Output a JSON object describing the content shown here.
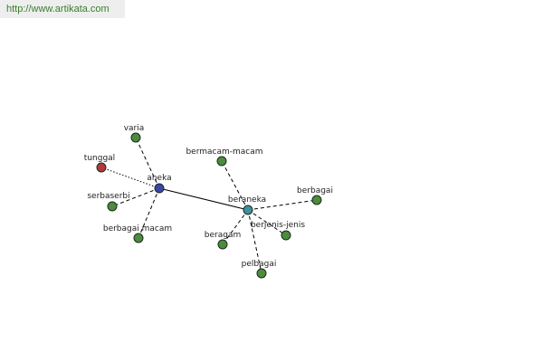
{
  "site": {
    "url": "http://www.artikata.com"
  },
  "colors": {
    "leaf": "#4c8c3c",
    "hub_aneka": "#3b46a8",
    "hub_beraneka": "#3f8fa0",
    "antonym": "#b03a3a",
    "edge": "#000000"
  },
  "graph": {
    "nodes": {
      "aneka": "aneka",
      "beraneka": "beraneka",
      "varia": "varia",
      "tunggal": "tunggal",
      "serbaserbi": "serbaserbi",
      "berbagai_macam": "berbagai macam",
      "bermacam_macam": "bermacam-macam",
      "berbagai": "berbagai",
      "berjenis_jenis": "berjenis-jenis",
      "beragam": "beragam",
      "pelbagai": "pelbagai"
    }
  }
}
